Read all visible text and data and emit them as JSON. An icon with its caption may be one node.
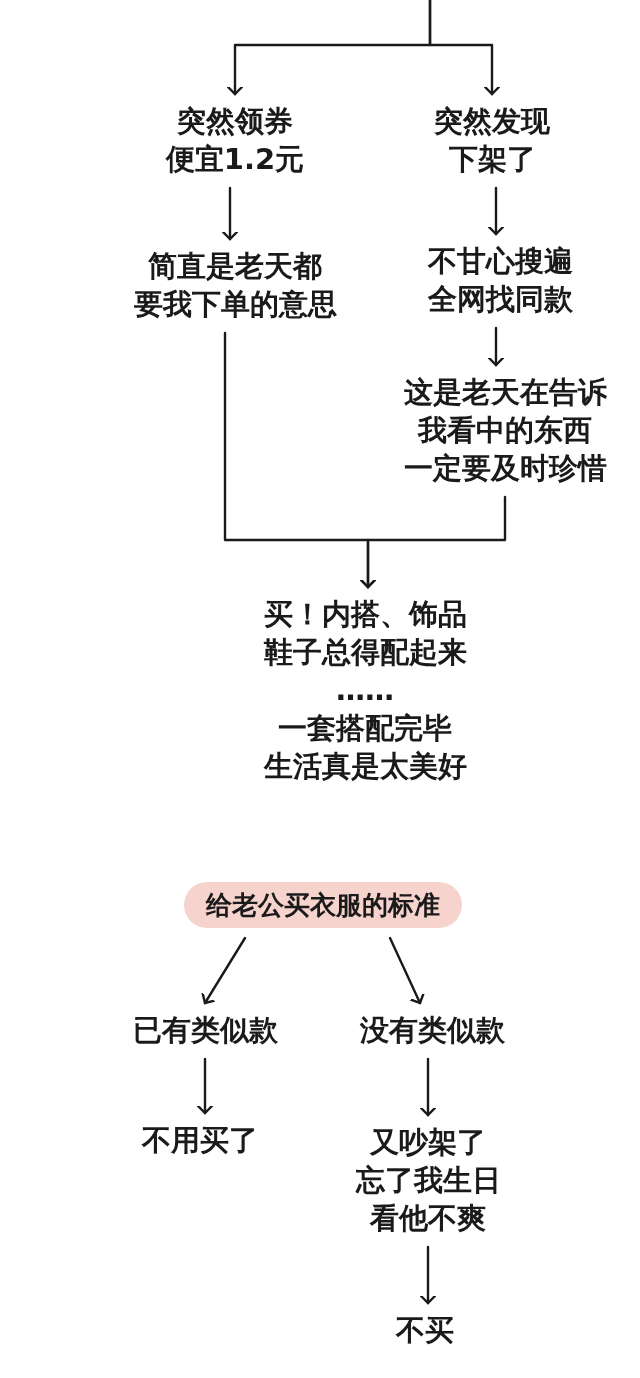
{
  "diagram": {
    "nodes": [
      {
        "text": [
          "突然领券便宜1.2元"
        ]
      },
      {
        "text": [
          "突然发现下架了"
        ]
      },
      {
        "text": [
          "简直是老天都要我下单的意思"
        ]
      },
      {
        "text": [
          "不甘心搜遍全网找同款"
        ]
      },
      {
        "text": [
          "这是老天在告诉我看中的东西一定要及时珍惜"
        ]
      },
      {
        "text": [
          "买！内搭、饰品鞋子总得配起来……一套搭配完毕生活真是太美好"
        ]
      },
      {
        "text": [
          "给老公买衣服的标准"
        ]
      },
      {
        "text": [
          "已有类似款"
        ]
      },
      {
        "text": [
          "没有类似款"
        ]
      },
      {
        "text": [
          "不用买了"
        ]
      },
      {
        "text": [
          "又吵架了忘了我生日看他不爽"
        ]
      },
      {
        "text": [
          "不买"
        ]
      }
    ],
    "edges": [
      {
        "from": null,
        "to": 0,
        "arrow": "to"
      },
      {
        "from": null,
        "to": 1,
        "arrow": "to"
      },
      {
        "from": 0,
        "to": 2,
        "arrow": "to"
      },
      {
        "from": 1,
        "to": 3,
        "arrow": "to"
      },
      {
        "from": 3,
        "to": 4,
        "arrow": "to"
      },
      {
        "from": 2,
        "to": 5,
        "arrow": "to"
      },
      {
        "from": 4,
        "to": 5,
        "arrow": "to"
      },
      {
        "from": 6,
        "to": 7,
        "arrow": "to"
      },
      {
        "from": 6,
        "to": 8,
        "arrow": "to"
      },
      {
        "from": 7,
        "to": 9,
        "arrow": "to"
      },
      {
        "from": 8,
        "to": 10,
        "arrow": "to"
      },
      {
        "from": 10,
        "to": 11,
        "arrow": "to"
      }
    ]
  }
}
